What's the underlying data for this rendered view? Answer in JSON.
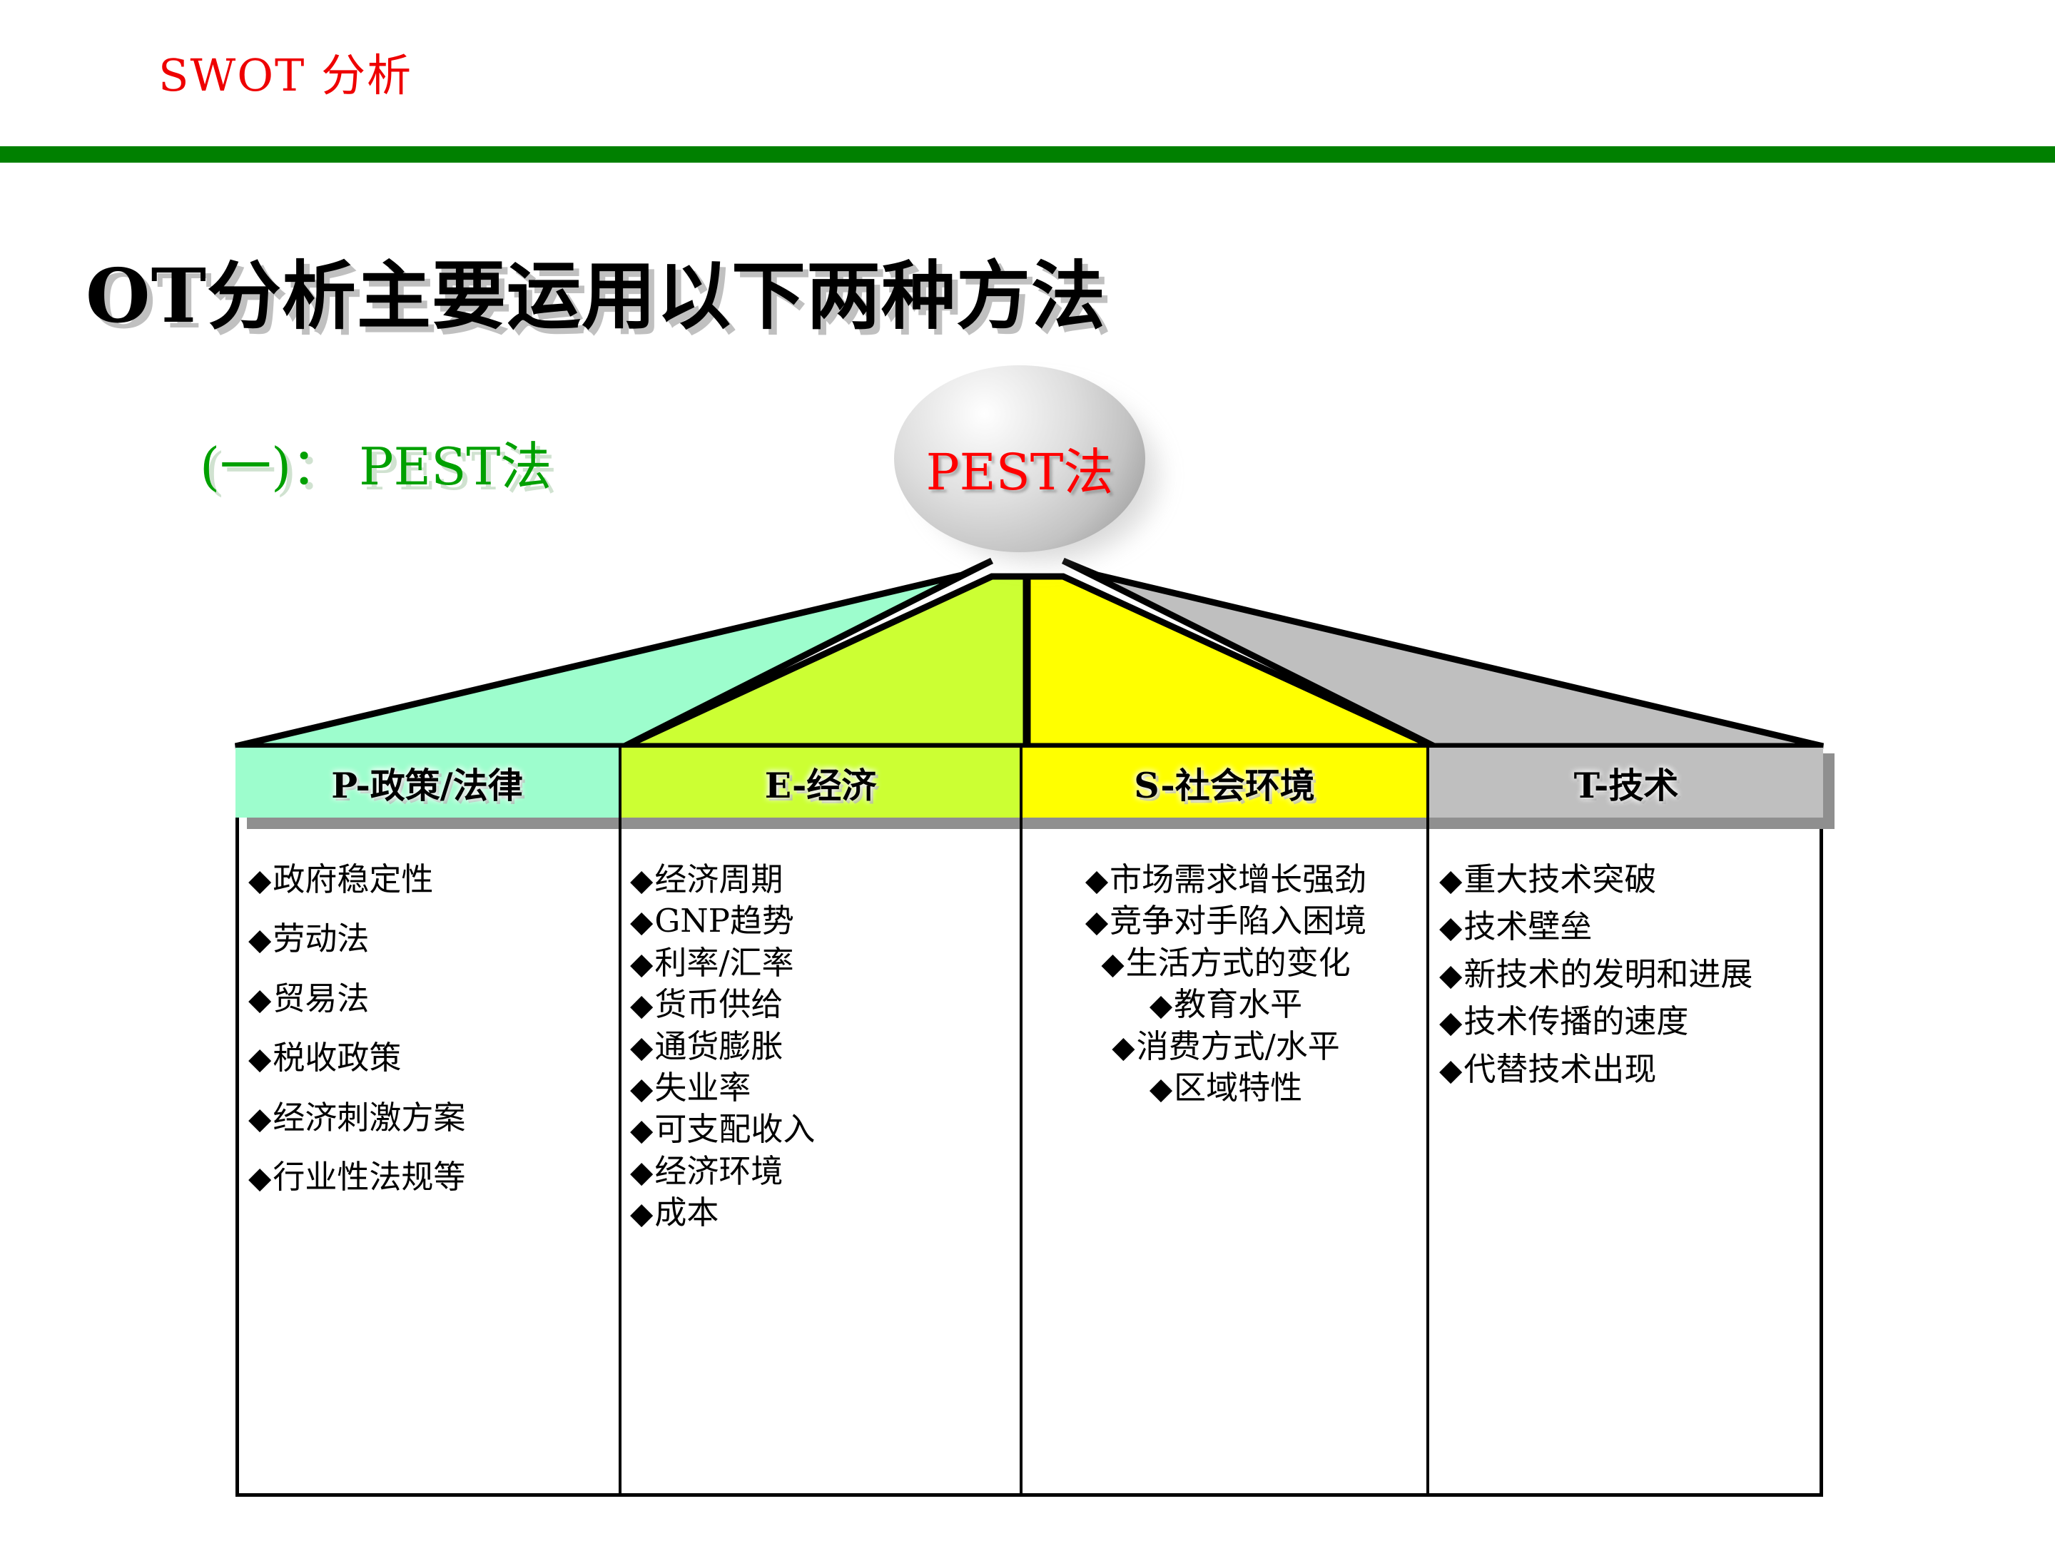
{
  "header": {
    "kicker": "SWOT 分析",
    "rule_color": "#008000"
  },
  "title": "OT分析主要运用以下两种方法",
  "subtitle": "(一)： PEST法",
  "sphere": {
    "label": "PEST法",
    "label_color": "#ff0000"
  },
  "roof": {
    "panels": [
      {
        "name": "P",
        "color": "#9dfdcd"
      },
      {
        "name": "E",
        "color": "#ccff33"
      },
      {
        "name": "S",
        "color": "#ffff00"
      },
      {
        "name": "T",
        "color": "#bfbfbf"
      }
    ]
  },
  "table": {
    "columns": [
      {
        "header": "P-政策/法律",
        "color": "#9dfdcd",
        "items": [
          "政府稳定性",
          "劳动法",
          "贸易法",
          "税收政策",
          "经济刺激方案",
          "行业性法规等"
        ]
      },
      {
        "header": "E-经济",
        "color": "#ccff33",
        "items": [
          "经济周期",
          "GNP趋势",
          "利率/汇率",
          "货币供给",
          "通货膨胀",
          "失业率",
          "可支配收入",
          "经济环境",
          "成本"
        ]
      },
      {
        "header": "S-社会环境",
        "color": "#ffff00",
        "items": [
          "市场需求增长强劲",
          "竞争对手陷入困境",
          "生活方式的变化",
          "教育水平",
          "消费方式/水平",
          "区域特性"
        ]
      },
      {
        "header": "T-技术",
        "color": "#bfbfbf",
        "items": [
          "重大技术突破",
          "技术壁垒",
          "新技术的发明和进展",
          "技术传播的速度",
          "代替技术出现"
        ]
      }
    ]
  }
}
